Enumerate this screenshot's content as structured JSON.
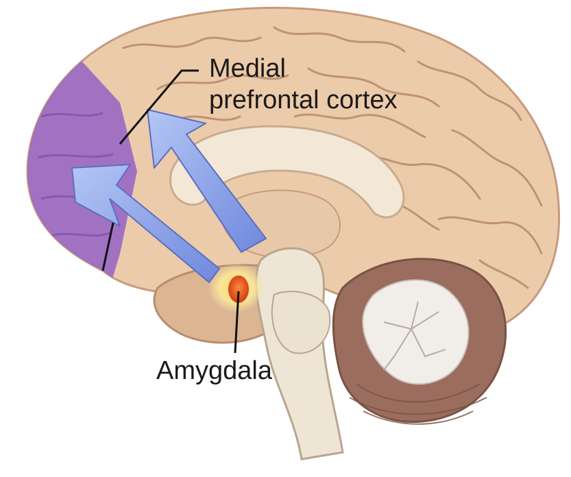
{
  "labels": {
    "mpfc_line1": "Medial",
    "mpfc_line2": "prefrontal cortex",
    "amygdala": "Amygdala"
  },
  "colors": {
    "background": "#ffffff",
    "cortex": "#eccbaa",
    "cortex_dark": "#c79a7c",
    "sulcus": "#b07f61",
    "prefrontal_highlight": "#9a6ac4",
    "corpus_callosum": "#f3e8d6",
    "brainstem": "#eee5d4",
    "cerebellum": "#9a6d5e",
    "cerebellum_white": "#f1ede8",
    "arrow_fill": "#8fa8ea",
    "arrow_stroke": "#5b6ec0",
    "amygdala_core": "#e05a1c",
    "amygdala_glow": "#f6e27a"
  }
}
